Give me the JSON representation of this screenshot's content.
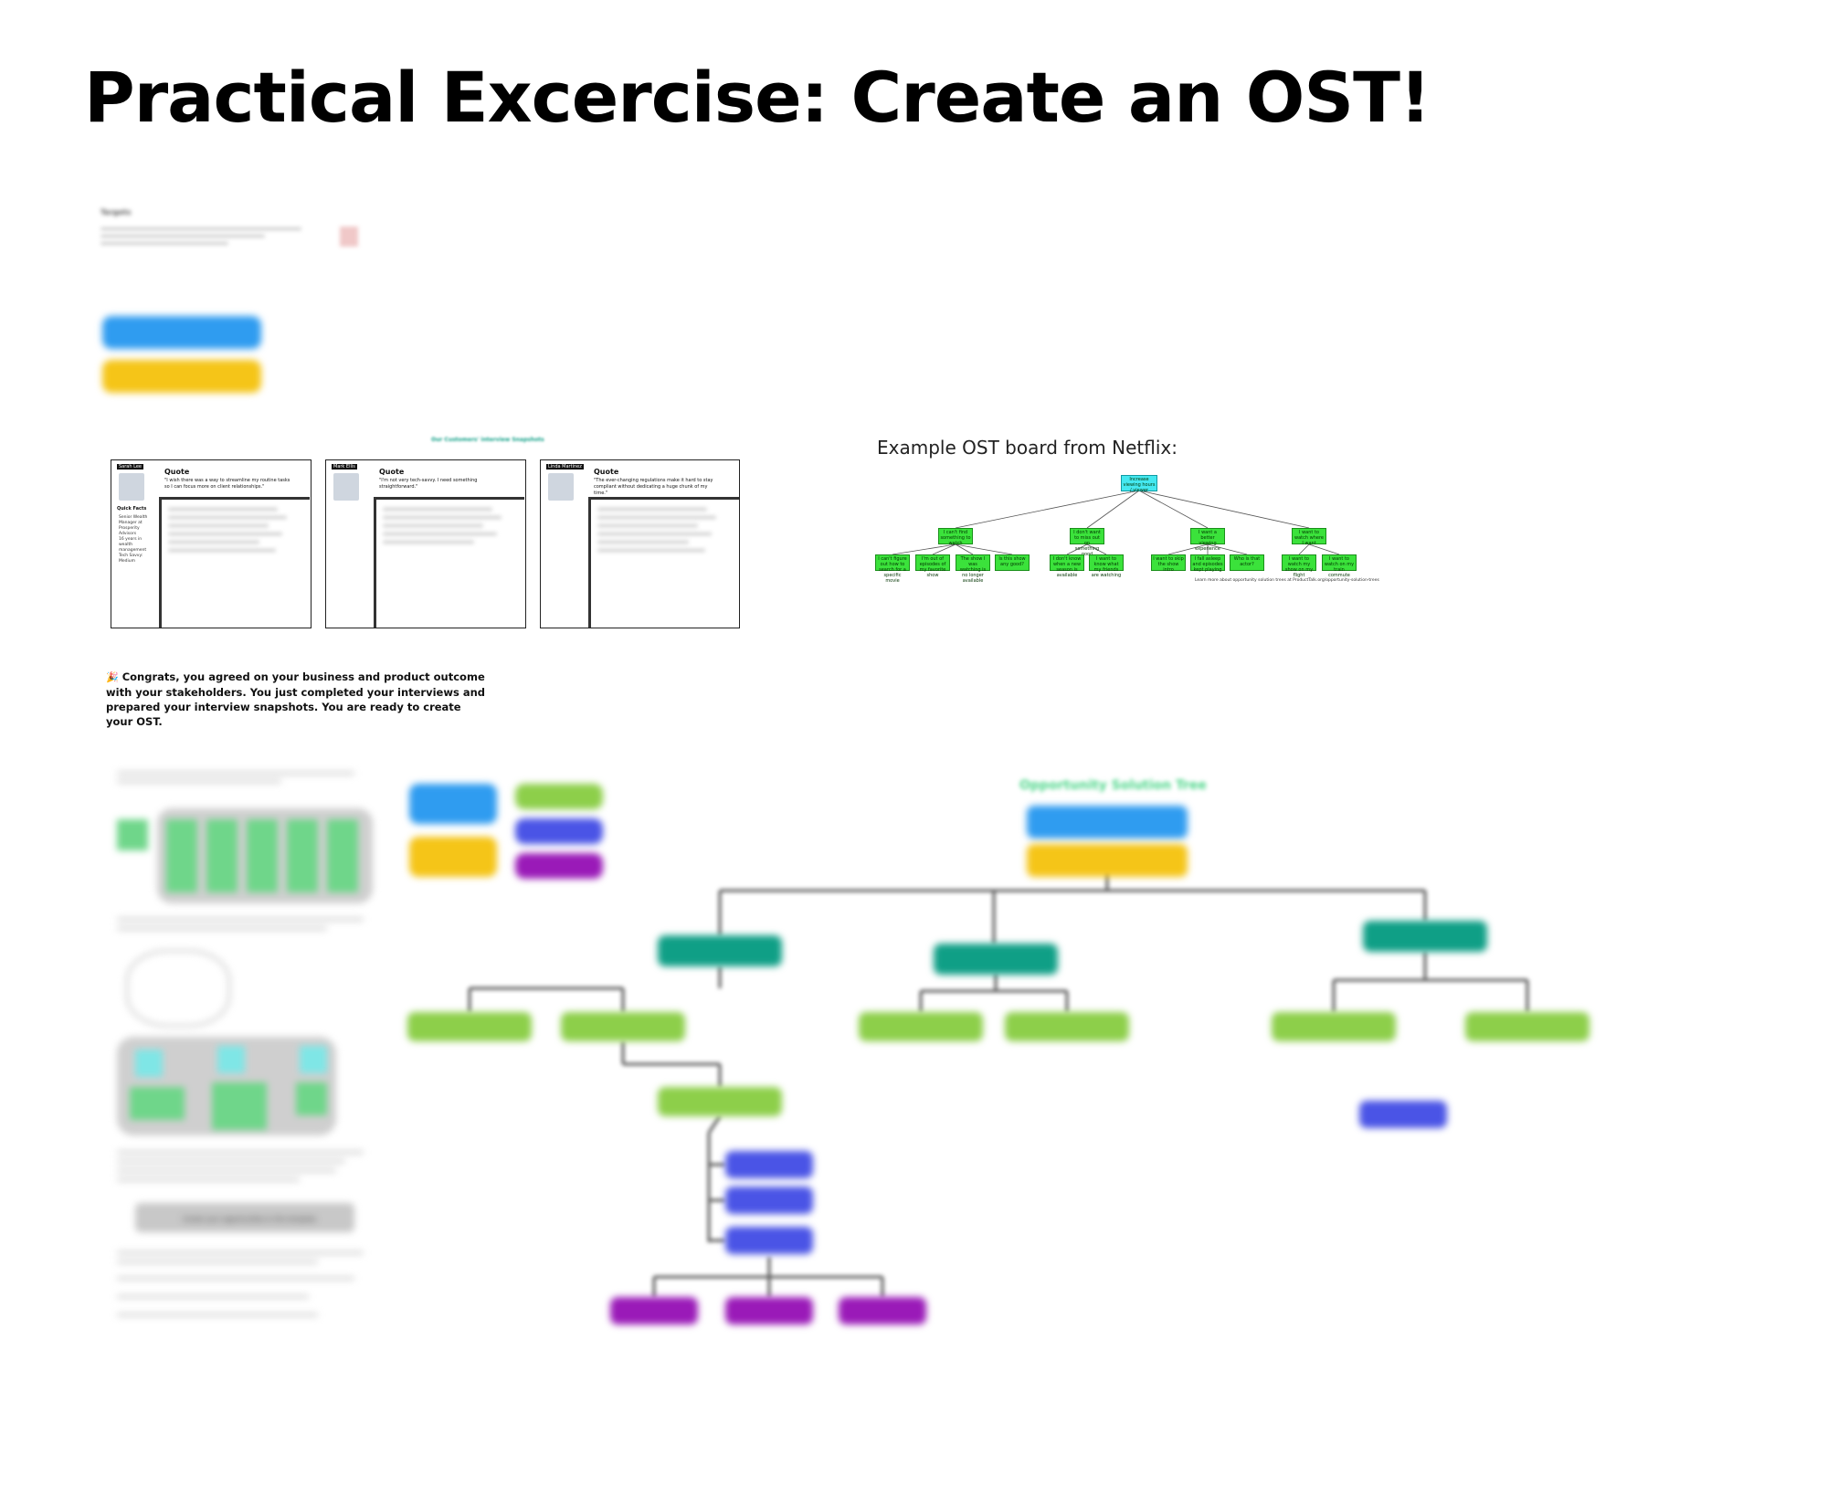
{
  "page_title": "Practical Excercise: Create an OST!",
  "targets_section": {
    "heading": "Targets"
  },
  "interview_snapshots": {
    "heading": "Our Customers' interview Snapshots",
    "cards": [
      {
        "name": "Sarah Lee",
        "quote_label": "Quote",
        "quote": "\"I wish there was a way to streamline my routine tasks so I can focus more on client relationships.\"",
        "facts_label": "Quick Facts",
        "facts": [
          "Senior Wealth Manager at Prosperity Advisors",
          "16 years in wealth management",
          "Tech Savvy: Medium"
        ]
      },
      {
        "name": "Mark Ellis",
        "quote_label": "Quote",
        "quote": "\"I'm not very tech-savvy. I need something straightforward.\""
      },
      {
        "name": "Linda Martinez",
        "quote_label": "Quote",
        "quote": "\"The ever-changing regulations make it hard to stay compliant without dedicating a huge chunk of my time.\""
      }
    ]
  },
  "netflix_example": {
    "label": "Example OST board from Netflix:",
    "root": "Increase viewing hours / viewer",
    "opportunities": [
      {
        "text": "I can't find something to watch",
        "children": [
          "I can't figure out how to search for a specific movie",
          "I'm out of episodes of my favorite show",
          "The show I was watching is no longer available",
          "Is this show any good?"
        ]
      },
      {
        "text": "I don't want to miss out on something good",
        "children": [
          "I don't know when a new season is available",
          "I want to know what my friends are watching"
        ]
      },
      {
        "text": "I want a better viewing experience",
        "children": [
          "I want to skip the show intro",
          "I fall asleep and episodes kept playing",
          "Who is that actor?"
        ]
      },
      {
        "text": "I want to watch where I want",
        "children": [
          "I want to watch my show on my flight",
          "I want to watch on my train commute"
        ]
      }
    ],
    "footnote": "Learn more about opportunity solution trees at ProductTalk.org/opportunity-solution-trees"
  },
  "congrats": {
    "emoji": "🎉",
    "text": "Congrats, you agreed on your business and product outcome with your stakeholders. You just completed your interviews and prepared your interview snapshots. You are ready to create your OST."
  },
  "ost_board": {
    "heading": "Opportunity Solution Tree",
    "template_button": "Create your opportunities in the template"
  },
  "colors": {
    "blue": "#2f9cf0",
    "yellow": "#f5c518",
    "teal": "#0f9f86",
    "green": "#8dcf4a",
    "indigo": "#4a54e6",
    "purple": "#9a1ab8",
    "light_green": "#6fd68a",
    "cyan": "#7fe6e6"
  }
}
